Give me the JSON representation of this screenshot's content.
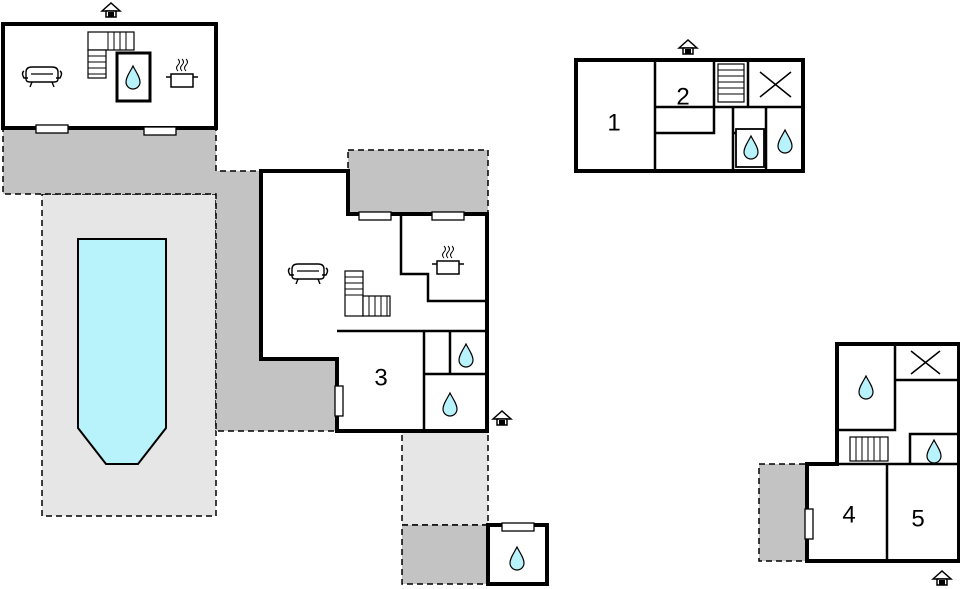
{
  "colors": {
    "wall": "#000000",
    "terrace": "#c3c3c3",
    "paving": "#e6e6e6",
    "pool": "#b8f2fb",
    "water": "#b8f2fb",
    "background": "#ffffff"
  },
  "rooms": {
    "r1": "1",
    "r2": "2",
    "r3": "3",
    "r4": "4",
    "r5": "5"
  },
  "icons": [
    "entrance-icon",
    "sofa-icon",
    "stairs-icon",
    "shower-icon",
    "kitchen-icon",
    "kitchen-icon",
    "utility-x-icon",
    "window-icon",
    "pool"
  ]
}
